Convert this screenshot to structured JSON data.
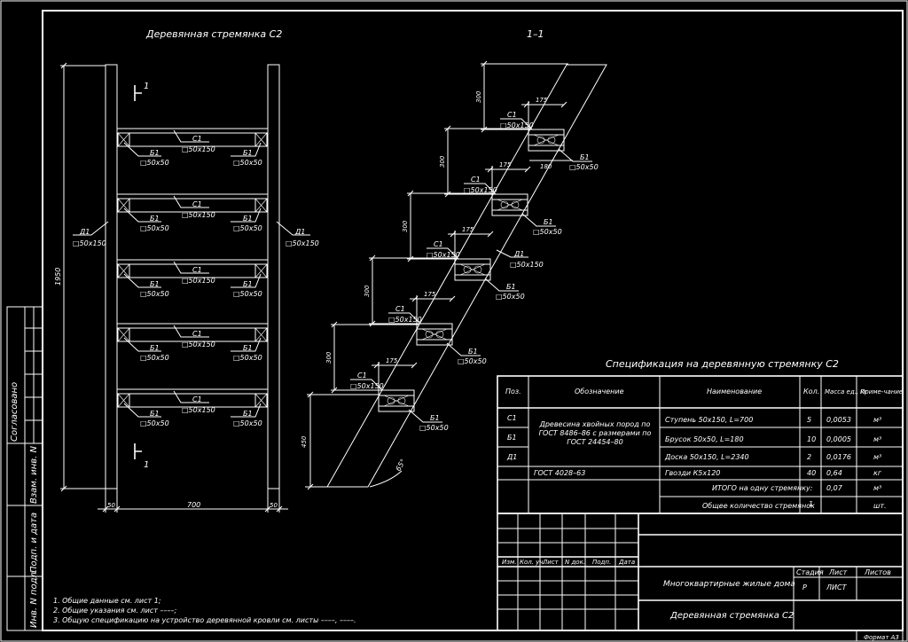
{
  "drawing": {
    "title_front": "Деревянная стремянка С2",
    "title_section": "1–1",
    "section_mark": "1",
    "overall_height": "1950",
    "width_dim": "700",
    "post_dim": "50",
    "tread_label": "С1",
    "tread_size": "□50х150",
    "block_label": "Б1",
    "block_size": "□50х50",
    "stringer_label": "Д1",
    "stringer_size": "□50х150",
    "dim_175": "175",
    "dim_300": "300",
    "dim_180": "180",
    "dim_450": "450",
    "angle": "65°"
  },
  "specification": {
    "title": "Спецификация на деревянную стремянку С2",
    "headers": {
      "pos": "Поз.",
      "designation": "Обозначение",
      "name": "Наименование",
      "qty": "Кол.",
      "mass": "Масса ед., кг",
      "note": "Приме-чание"
    },
    "positions": [
      "С1",
      "Б1",
      "Д1"
    ],
    "designation_wood": "Древесина хвойных пород по ГОСТ 8486–86 с размерами по ГОСТ 24454–80",
    "designation_nails": "ГОСТ 4028–63",
    "rows": [
      {
        "name": "Ступень 50х150, L=700",
        "qty": "5",
        "mass": "0,0053",
        "note": "м³"
      },
      {
        "name": "Брусок 50х50, L=180",
        "qty": "10",
        "mass": "0,0005",
        "note": "м³"
      },
      {
        "name": "Доска 50х150, L=2340",
        "qty": "2",
        "mass": "0,0176",
        "note": "м³"
      },
      {
        "name": "Гвозди К5х120",
        "qty": "40",
        "mass": "0,64",
        "note": "кг"
      }
    ],
    "total_per_ladder": {
      "label": "ИТОГО на одну стремянку:",
      "mass": "0,07",
      "note": "м³"
    },
    "total_count": {
      "label": "Общее количество стремянок",
      "qty": "1",
      "note": "шт."
    }
  },
  "title_block": {
    "cols": [
      "Изм.",
      "Кол. уч.",
      "Лист",
      "N док.",
      "Подп.",
      "Дата"
    ],
    "project": "Многоквартирные жилые дома",
    "sheet_name": "Деревянная стремянка С2",
    "stage_label": "Стадия",
    "sheet_label": "Лист",
    "sheets_label": "Листов",
    "stage": "Р",
    "sheet": "ЛИСТ"
  },
  "side_stamp": [
    "Согласовано",
    "Взам. инв. N",
    "Подп. и дата",
    "Инв. N подл."
  ],
  "notes": [
    "1.  Общие данные см. лист 1;",
    "2.  Общие указания см. лист ––––;",
    "3.  Общую спецификацию на устройство деревянной кровли см. листы ––––, ––––."
  ],
  "format": "Формат А3"
}
